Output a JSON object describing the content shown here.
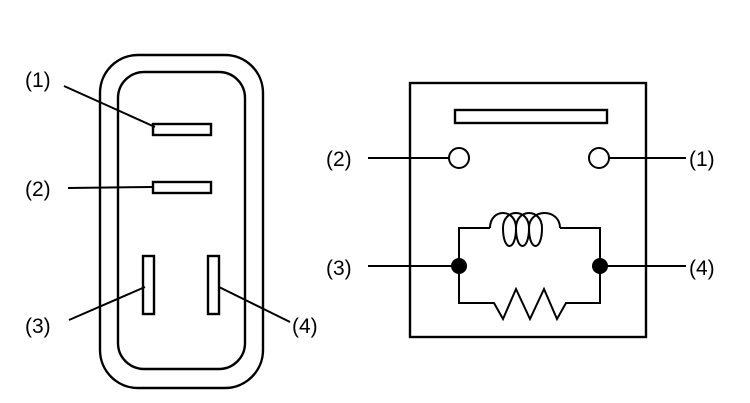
{
  "left_connector": {
    "labels": {
      "p1": "(1)",
      "p2": "(2)",
      "p3": "(3)",
      "p4": "(4)"
    }
  },
  "right_schematic": {
    "labels": {
      "p1": "(1)",
      "p2": "(2)",
      "p3": "(3)",
      "p4": "(4)"
    }
  }
}
